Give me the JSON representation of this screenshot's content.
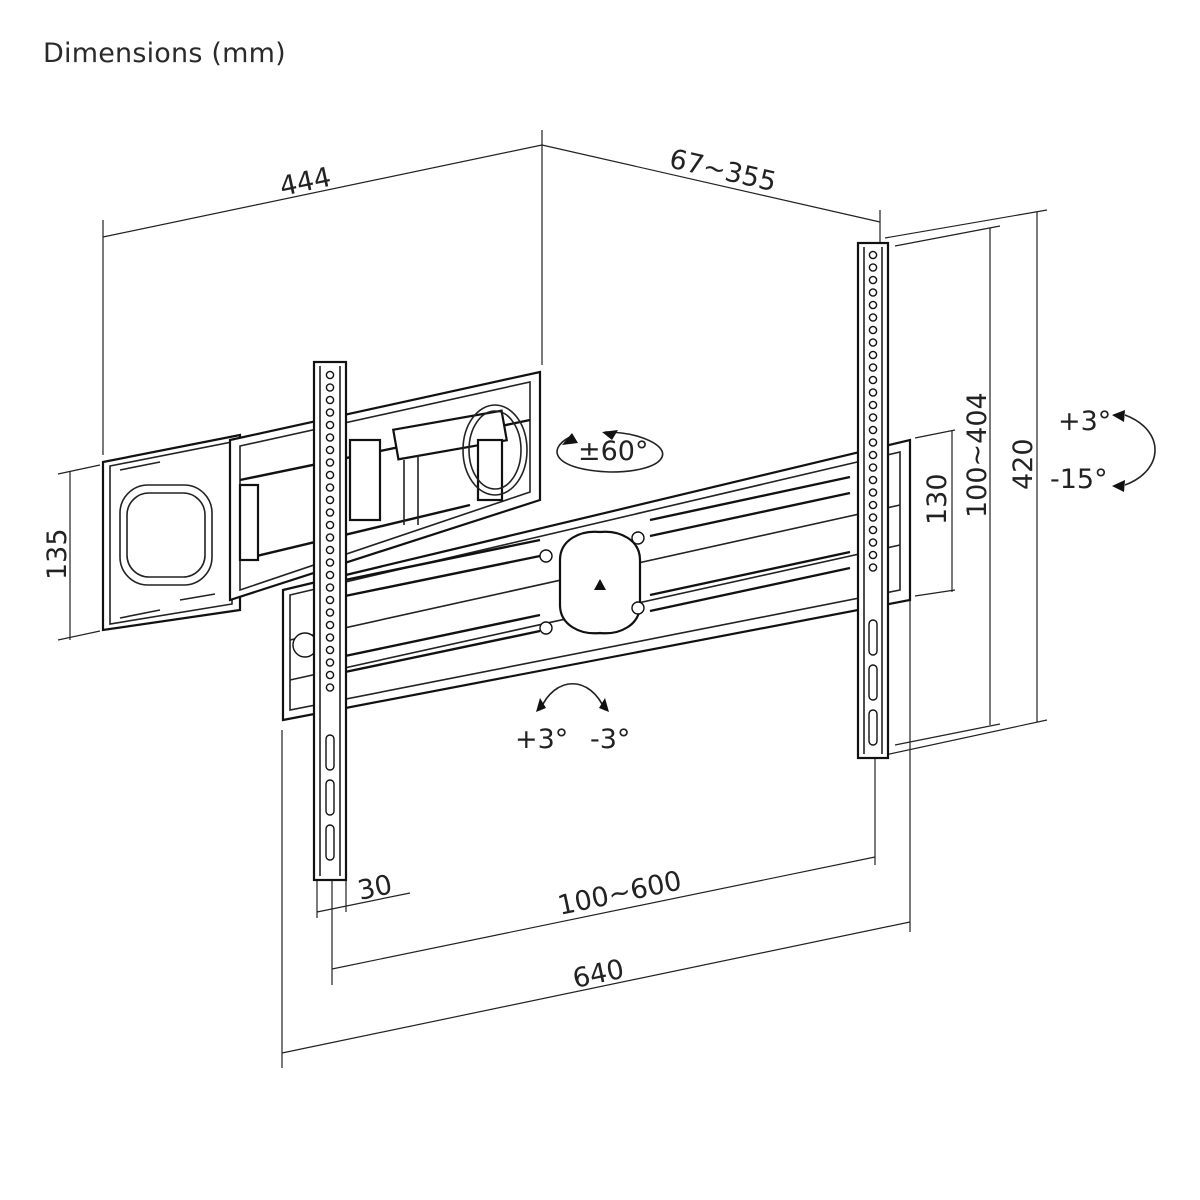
{
  "title": "Dimensions (mm)",
  "dimensions": {
    "arm_length": "444",
    "wall_distance": "67~355",
    "wall_plate_height": "135",
    "tv_bracket_height_130": "130",
    "vesa_vertical": "100~404",
    "bracket_height": "420",
    "arm_width": "30",
    "vesa_horizontal": "100~600",
    "bracket_width": "640"
  },
  "angles": {
    "swivel": "±60°",
    "tilt_up": "+3°",
    "tilt_down": "-15°",
    "level_plus": "+3°",
    "level_minus": "-3°"
  },
  "colors": {
    "line": "#222222",
    "background": "#ffffff"
  }
}
